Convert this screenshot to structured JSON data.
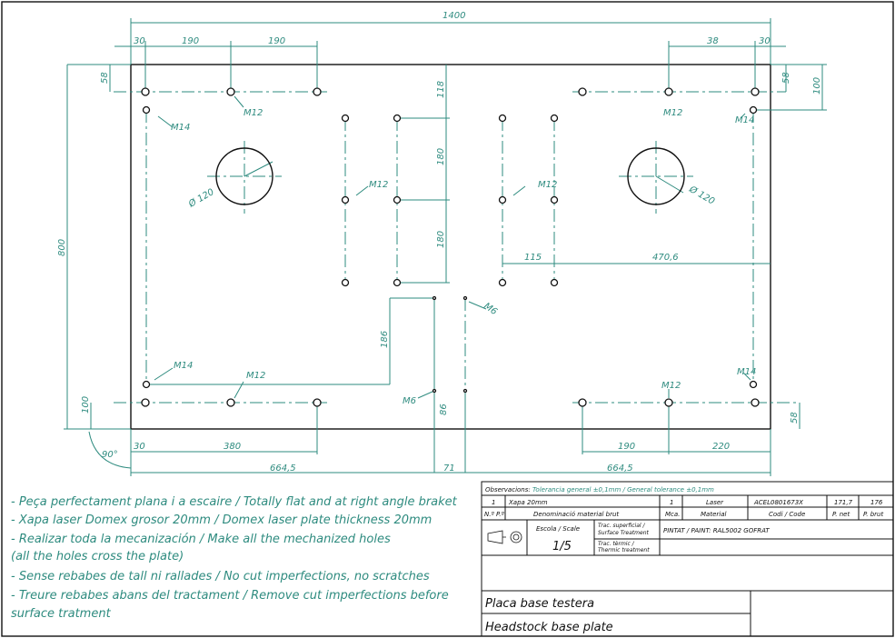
{
  "dimensions": {
    "overall_width": "1400",
    "top_left": [
      "30",
      "190",
      "190"
    ],
    "top_right": [
      "38",
      "30"
    ],
    "left_58": "58",
    "right_58": "58",
    "right_100": "100",
    "v118": "118",
    "v180a": "180",
    "v180b": "180",
    "height": "800",
    "h115": "115",
    "h470": "470,6",
    "v186": "186",
    "v86": "86",
    "left_100": "100",
    "angle": "90°",
    "bottom_left": [
      "30",
      "380"
    ],
    "bottom_right": [
      "190",
      "220"
    ],
    "bottom_total": [
      "664,5",
      "71",
      "664,5"
    ],
    "right_b58": "58"
  },
  "callouts": {
    "m12": "M12",
    "m14": "M14",
    "m6": "M6",
    "phi120": "Ø 120"
  },
  "notes": [
    "- Peça perfectament plana i a escaire / Totally flat and at right angle braket",
    "- Xapa laser Domex grosor 20mm / Domex laser plate thickness 20mm",
    "- Realizar toda la mecanización / Make all the mechanized holes",
    " (all the holes cross the plate)",
    "- Sense rebabes de tall ni rallades / No cut imperfections, no scratches",
    "- Treure rebabes abans del tractament / Remove cut imperfections before",
    "surface tratment"
  ],
  "title_block": {
    "obs_label": "Observacions:",
    "obs_text": "Tolerancia general ±0,1mm / General tolerance ±0,1mm",
    "row": [
      "1",
      "Xapa 20mm",
      "1",
      "Laser",
      "ACEL0801673X",
      "171,7",
      "176"
    ],
    "headers": [
      "N.º P.º",
      "Denominació material brut",
      "Mca.",
      "Material",
      "Codi / Code",
      "P. net",
      "P. brut"
    ],
    "scale_label": "Escola / Scale",
    "scale": "1/5",
    "surface_label1": "Trac. superficial /",
    "surface_label2": "Surface Treatment",
    "surface": "PINTAT / PAINT: RAL5002 GOFRAT",
    "thermic_label1": "Trac. tèrmic /",
    "thermic_label2": "Thermic treatment",
    "title1": "Placa base testera",
    "title2": "Headstock base plate"
  }
}
